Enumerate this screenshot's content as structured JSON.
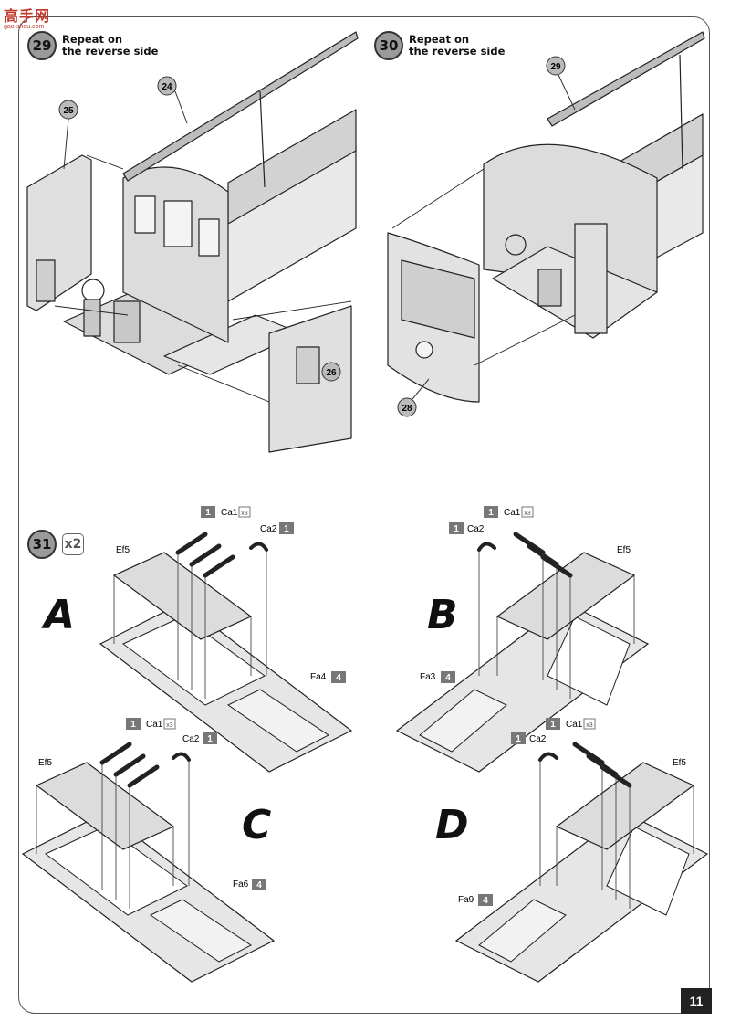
{
  "watermark": {
    "main": "高手网",
    "sub": "gao-shou.com"
  },
  "steps": [
    {
      "num": "29",
      "text_line1": "Repeat on",
      "text_line2": "the reverse side"
    },
    {
      "num": "30",
      "text_line1": "Repeat on",
      "text_line2": "the reverse side"
    },
    {
      "num": "31",
      "mult": "x2"
    }
  ],
  "callouts": {
    "c24": "24",
    "c25": "25",
    "c26": "26",
    "c28": "28",
    "c29": "29"
  },
  "variants": {
    "a": "A",
    "b": "B",
    "c": "C",
    "d": "D"
  },
  "parts": {
    "box1": "1",
    "box4": "4",
    "ca1": "Ca1",
    "x3": "x3",
    "ca2": "Ca2",
    "ef5": "Ef5",
    "fa4": "Fa4",
    "fa3": "Fa3",
    "fa6": "Fa6",
    "fa9": "Fa9"
  },
  "page_number": "11"
}
